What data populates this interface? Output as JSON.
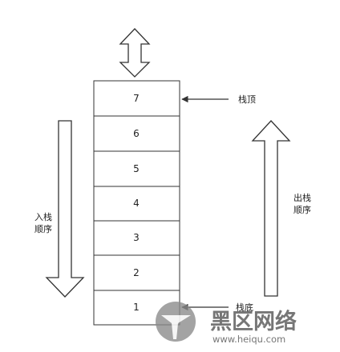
{
  "stack": {
    "cells": [
      "7",
      "6",
      "5",
      "4",
      "3",
      "2",
      "1"
    ]
  },
  "labels": {
    "top": "栈顶",
    "bottom": "栈底",
    "push_line1": "入栈",
    "push_line2": "顺序",
    "pop_line1": "出栈",
    "pop_line2": "顺序"
  },
  "watermark": {
    "brand": "黑区网络",
    "url": "www.heiqu.com"
  },
  "colors": {
    "stroke": "#333333",
    "watermark_text": "#6b6b6b",
    "watermark_logo": "#8a8a8a"
  }
}
